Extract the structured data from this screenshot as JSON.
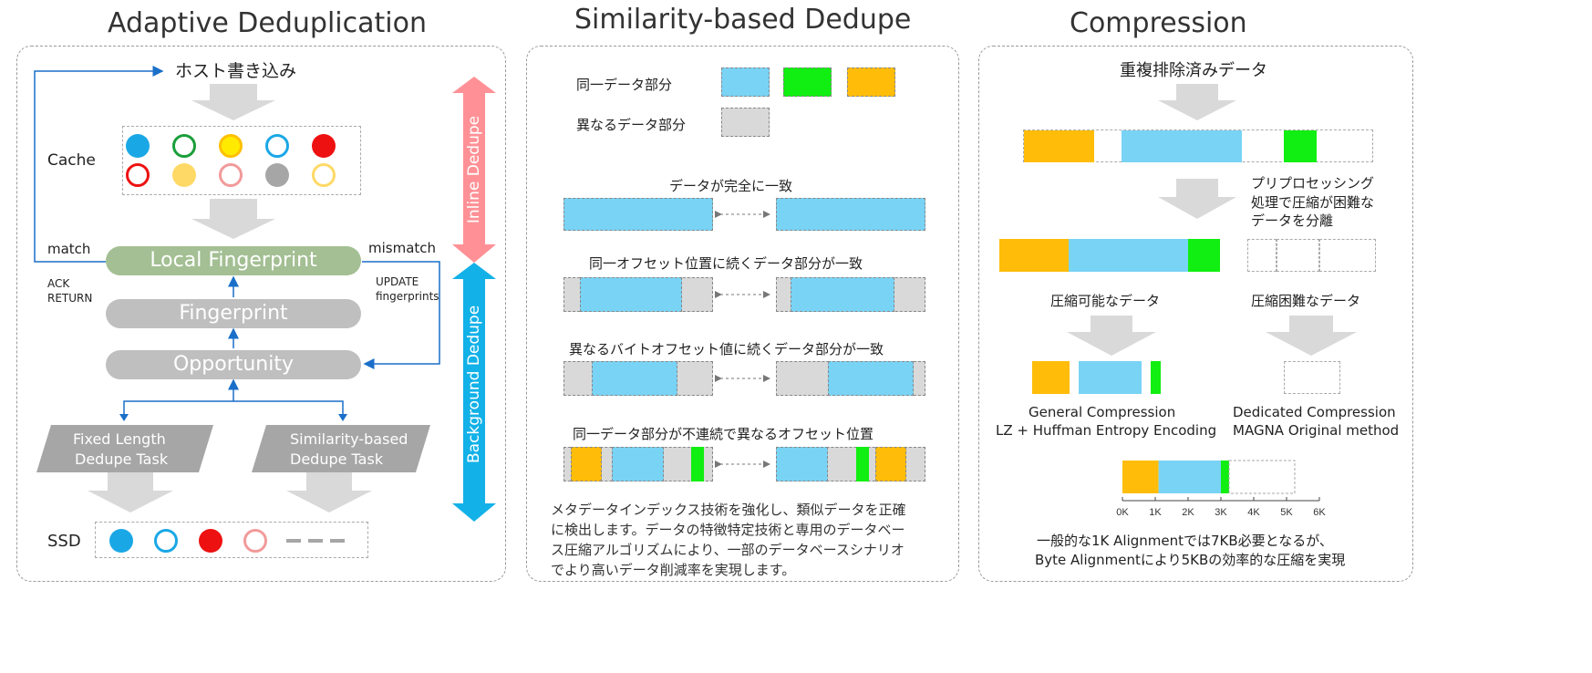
{
  "titles": {
    "left": "Adaptive Deduplication",
    "middle": "Similarity-based  Dedupe",
    "right": "Compression"
  },
  "left": {
    "host_write": "ホスト書き込み",
    "cache": "Cache",
    "match": "match",
    "mismatch": "mismatch",
    "ack": "ACK",
    "return": "RETURN",
    "update": "UPDATE",
    "fingerprints": "fingerprints",
    "local_fingerprint": "Local Fingerprint",
    "fingerprint": "Fingerprint",
    "opportunity": "Opportunity",
    "fixed_task_1": "Fixed Length",
    "fixed_task_2": "Dedupe Task",
    "sim_task_1": "Similarity-based",
    "sim_task_2": "Dedupe Task",
    "ssd": "SSD",
    "inline_dedupe": "Inline Dedupe",
    "background_dedupe": "Background Dedupe",
    "colors": {
      "blue": "#1aa7e6",
      "green": "#1a9e3a",
      "yellow": "#ffd93a",
      "red": "#ee1111",
      "pink": "#f29a9a",
      "gray": "#a6a6a6",
      "lightyellow": "#ffe08a",
      "arrow_blue": "#1a6fc9",
      "pill_green": "#a3bf93",
      "pill_gray": "#bfbfbf"
    }
  },
  "middle": {
    "legend_same": "同一データ部分",
    "legend_diff": "異なるデータ部分",
    "case1": "データが完全に一致",
    "case2": "同一オフセット位置に続くデータ部分が一致",
    "case3": "異なるバイトオフセット値に続くデータ部分が一致",
    "case4": "同一データ部分が不連続で異なるオフセット位置",
    "desc_1": "メタデータインデックス技術を強化し、類似データを正確",
    "desc_2": "に検出します。データの特徴特定技術と専用のデータベー",
    "desc_3": "ス圧縮アルゴリズムにより、一部のデータベースシナリオ",
    "desc_4": "でより高いデータ削減率を実現します。"
  },
  "right": {
    "deduped_data": "重複排除済みデータ",
    "preprocess_1": "プリプロセッシング",
    "preprocess_2": "処理で圧縮が困難な",
    "preprocess_3": "データを分離",
    "compressible": "圧縮可能なデータ",
    "hard": "圧縮困難なデータ",
    "general_1": "General Compression",
    "general_2": "LZ + Huffman Entropy Encoding",
    "dedicated_1": "Dedicated Compression",
    "dedicated_2": "MAGNA Original method",
    "axis_ticks": [
      "0K",
      "1K",
      "2K",
      "3K",
      "4K",
      "5K",
      "6K"
    ],
    "bar_segments_kb": [
      {
        "color": "orange",
        "value": 1.1
      },
      {
        "color": "blue",
        "value": 1.9
      },
      {
        "color": "green",
        "value": 0.25
      },
      {
        "color": "empty",
        "value": 2.0
      }
    ],
    "note_1": "一般的な1K Alignmentでは7KB必要となるが、",
    "note_2": "Byte Alignmentにより5KBの効率的な圧縮を実現"
  }
}
